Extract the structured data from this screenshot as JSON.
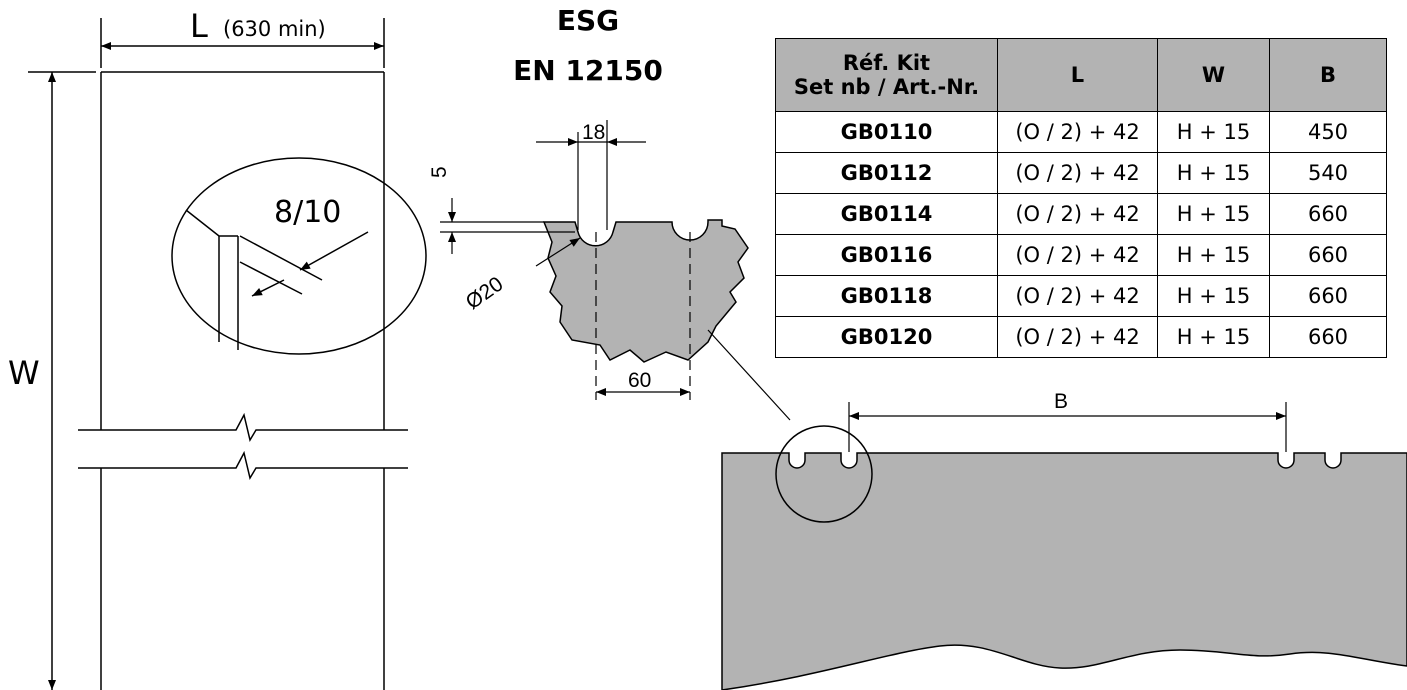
{
  "title": {
    "line1": "ESG",
    "line2": "EN 12150"
  },
  "panel": {
    "width_label": "L",
    "width_note": "(630 min)",
    "height_label": "W"
  },
  "detail": {
    "thickness_label": "8/10"
  },
  "profile": {
    "notch_width": "18",
    "notch_depth": "5",
    "hole_diameter": "Ø20",
    "hole_pitch": "60"
  },
  "glass": {
    "spacing_label": "B"
  },
  "table": {
    "headers": [
      "Réf. Kit\nSet nb / Art.-Nr.",
      "L",
      "W",
      "B"
    ],
    "rows": [
      [
        "GB0110",
        "(O / 2) + 42",
        "H + 15",
        "450"
      ],
      [
        "GB0112",
        "(O / 2) + 42",
        "H + 15",
        "540"
      ],
      [
        "GB0114",
        "(O / 2) + 42",
        "H + 15",
        "660"
      ],
      [
        "GB0116",
        "(O / 2) + 42",
        "H + 15",
        "660"
      ],
      [
        "GB0118",
        "(O / 2) + 42",
        "H + 15",
        "660"
      ],
      [
        "GB0120",
        "(O / 2) + 42",
        "H + 15",
        "660"
      ]
    ]
  }
}
